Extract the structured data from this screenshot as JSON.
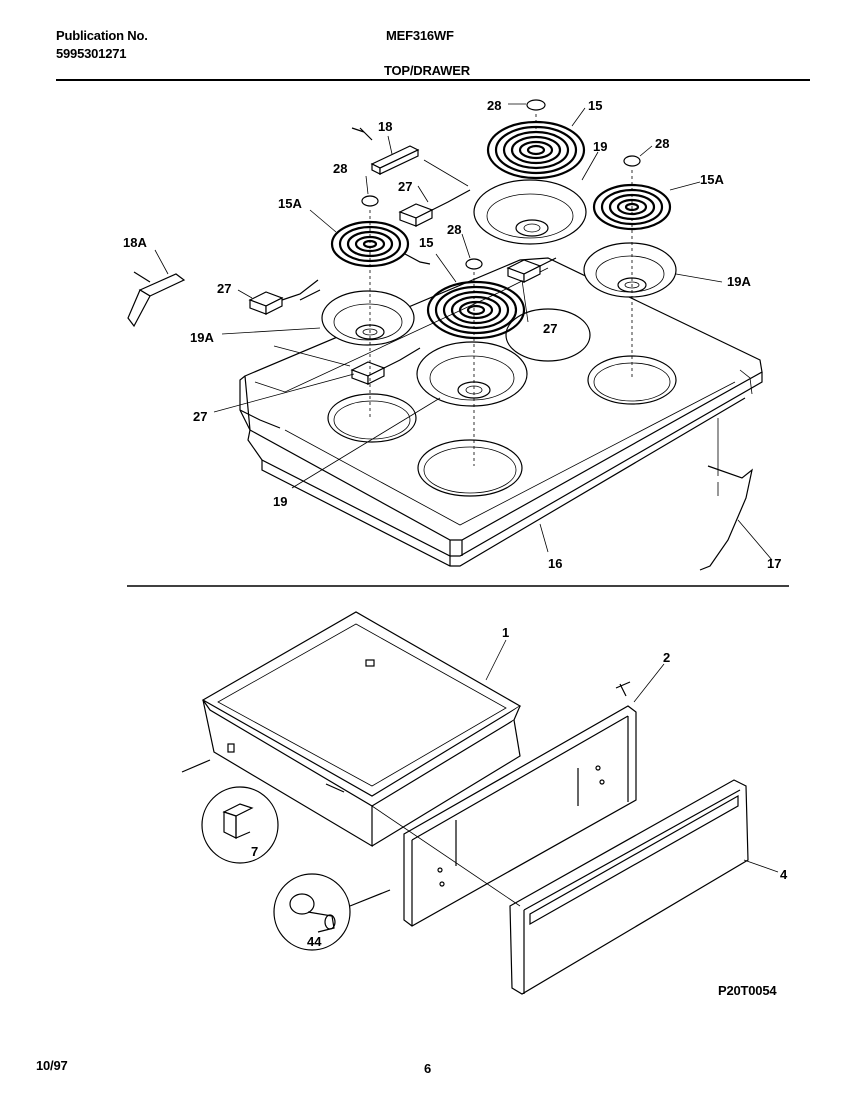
{
  "header": {
    "publication_label": "Publication No.",
    "publication_number": "5995301271",
    "model": "MEF316WF",
    "section": "TOP/DRAWER"
  },
  "footer": {
    "date": "10/97",
    "page": "6",
    "figure_code": "P20T0054"
  },
  "callouts": {
    "c1": "1",
    "c2": "2",
    "c4": "4",
    "c7": "7",
    "c15a": "15",
    "c15b": "15",
    "c15a_l": "15A",
    "c15a_r": "15A",
    "c16": "16",
    "c17": "17",
    "c18": "18",
    "c18a": "18A",
    "c19a": "19",
    "c19b": "19",
    "c19a_l": "19A",
    "c19a_r": "19A",
    "c27a": "27",
    "c27b": "27",
    "c27c": "27",
    "c27d": "27",
    "c28a": "28",
    "c28b": "28",
    "c28c": "28",
    "c28d": "28",
    "c44": "44"
  }
}
